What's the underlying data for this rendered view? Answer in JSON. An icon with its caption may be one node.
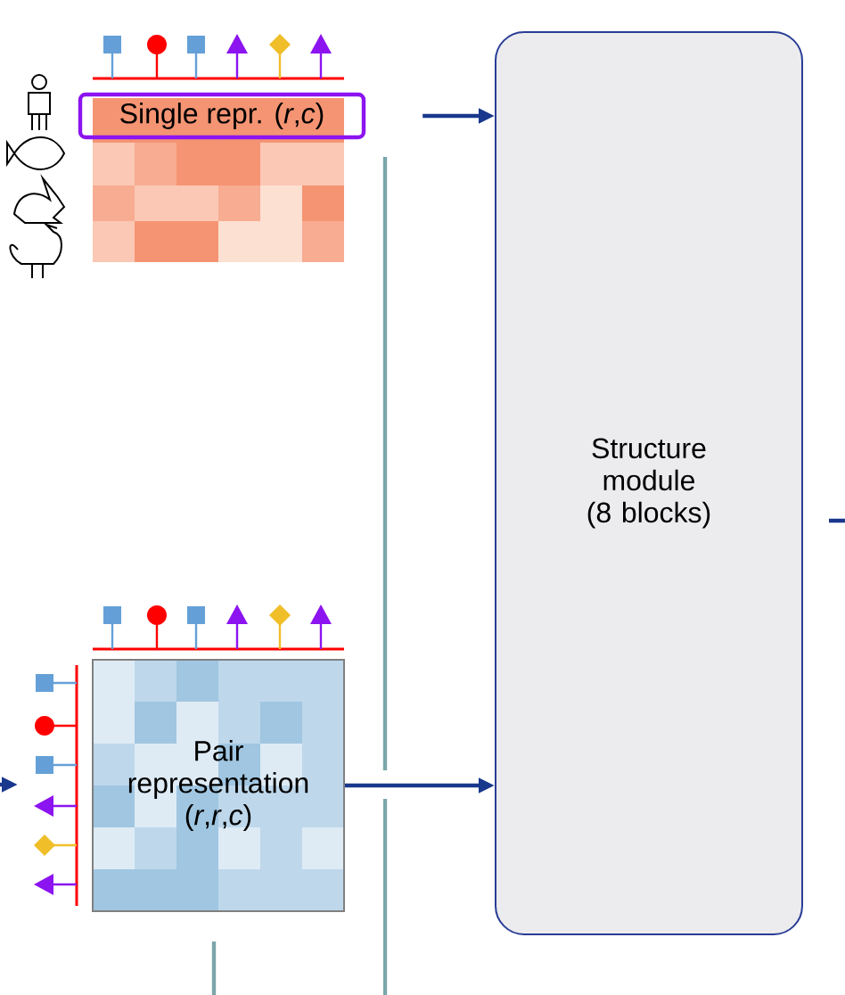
{
  "diagram": {
    "nodes": [
      {
        "text": [
          "Single repr. (*r*,*c*)"
        ]
      },
      {
        "text": [
          "Pair representation (*r*,*r*,*c*)"
        ]
      },
      {
        "text": [
          "Structure module (8 blocks)"
        ]
      }
    ],
    "edges": [
      {
        "from": 0,
        "to": 2,
        "arrow": "to"
      },
      {
        "from": 1,
        "to": 2,
        "arrow": "to"
      }
    ]
  }
}
